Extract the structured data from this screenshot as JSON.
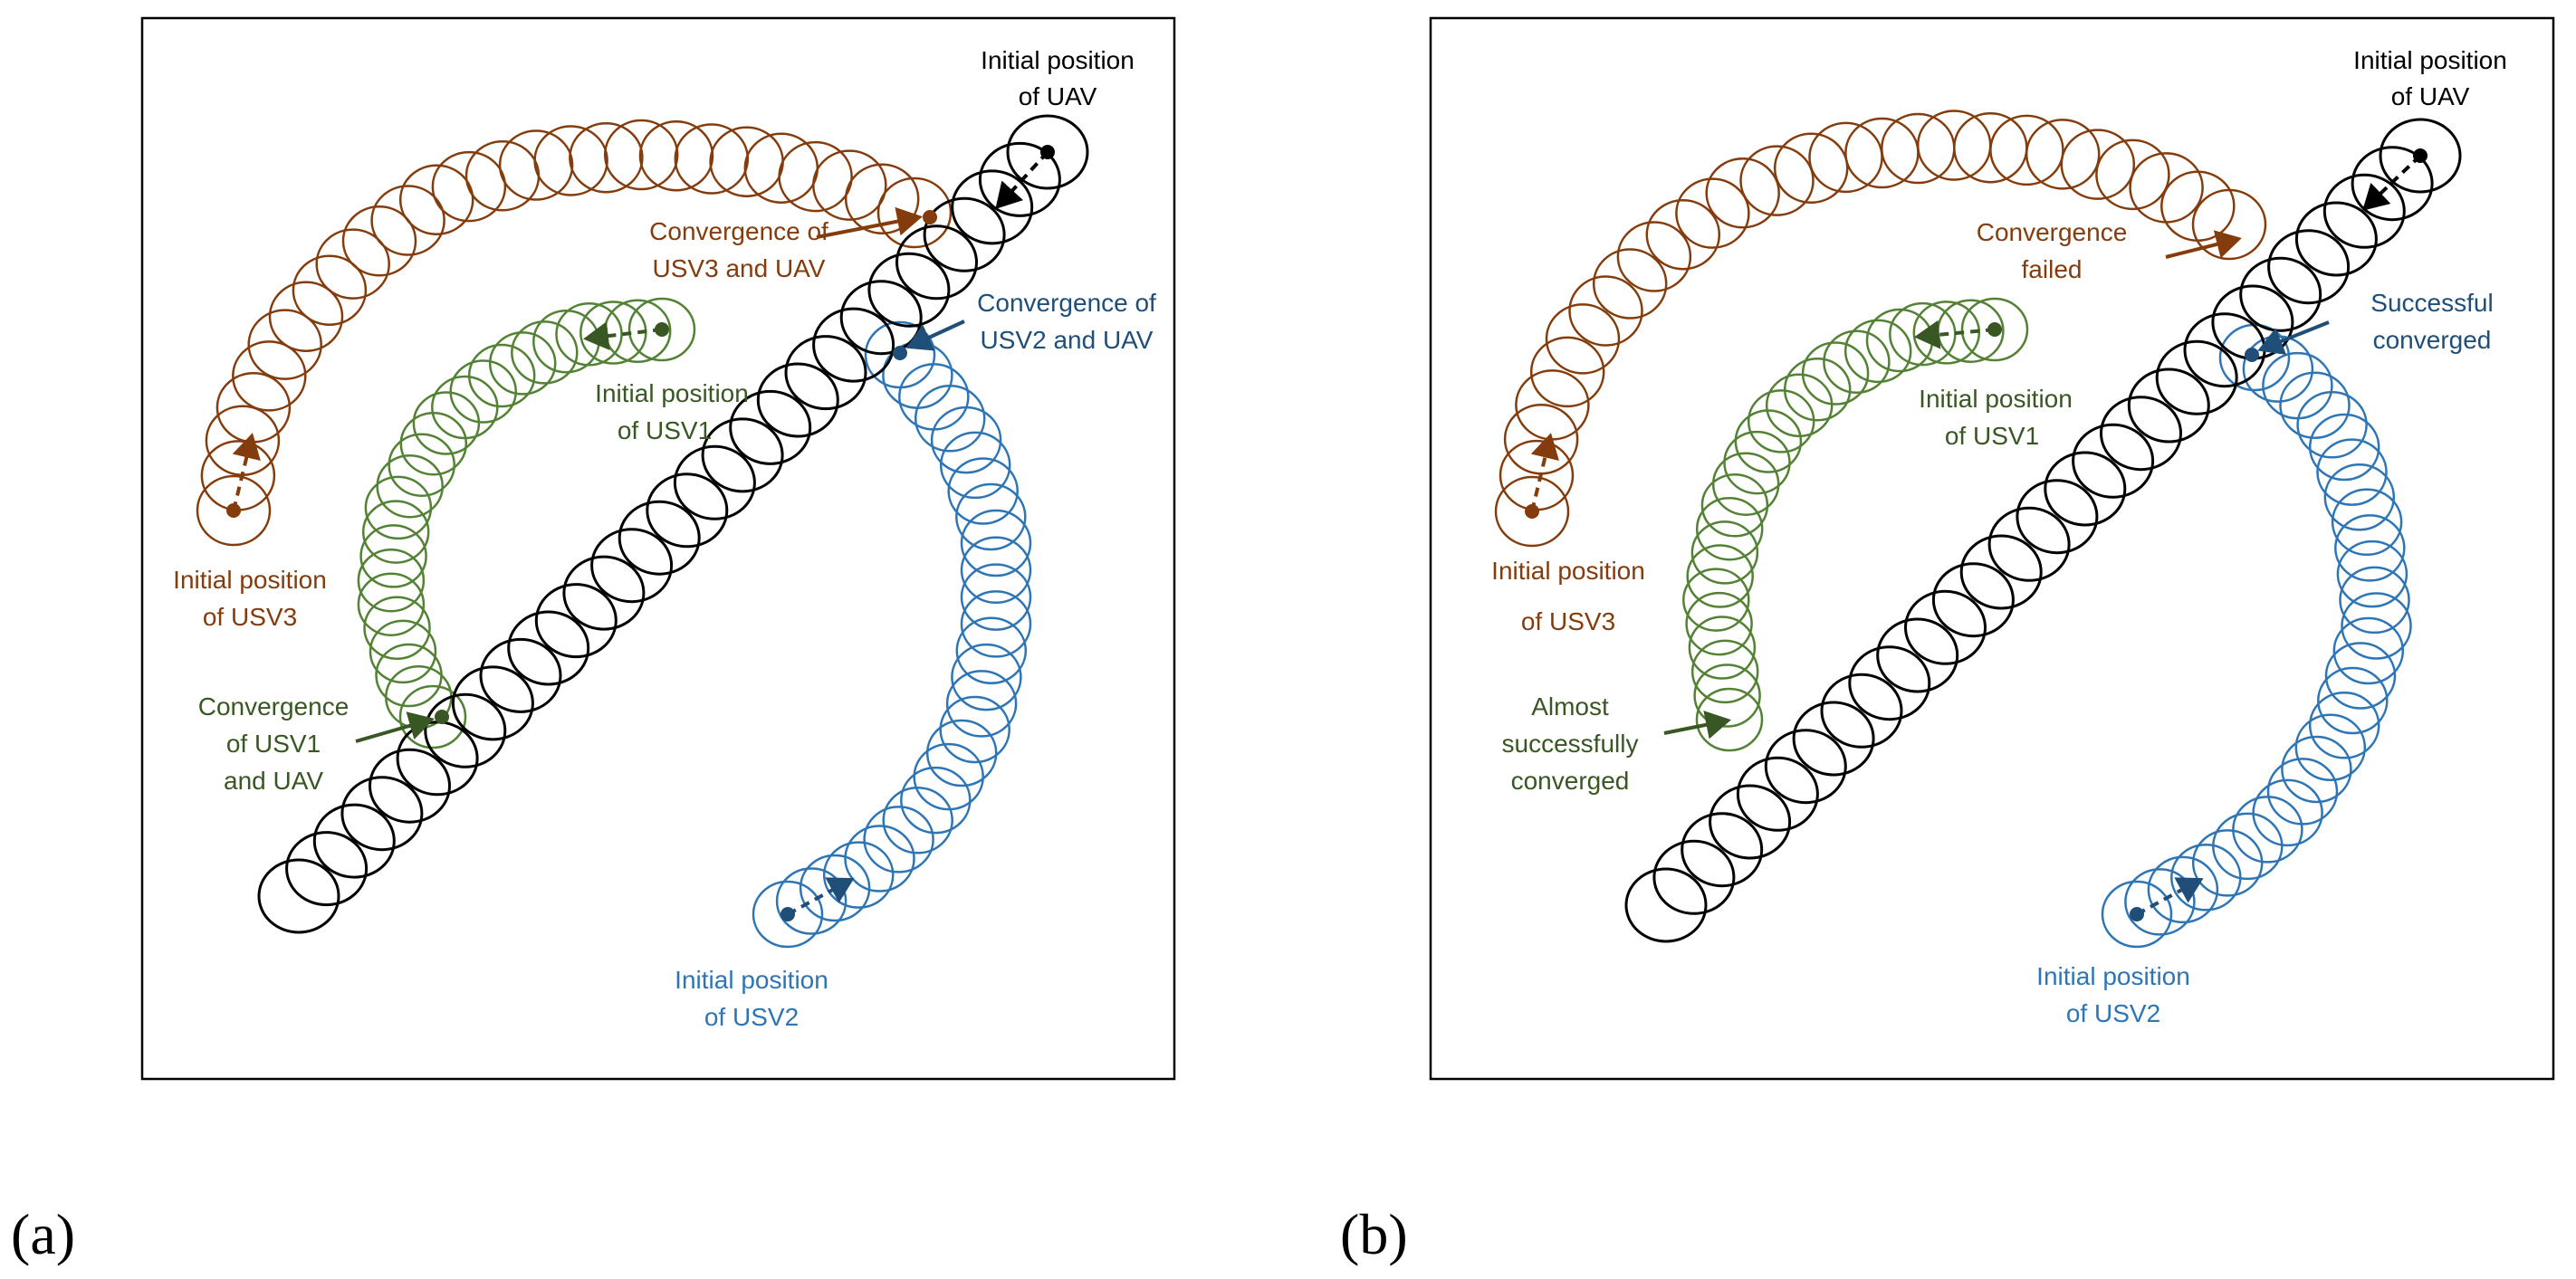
{
  "colors": {
    "uav": "#000000",
    "usv1": "#548235",
    "usv2": "#2E75B6",
    "usv3": "#843C0C",
    "usv1_dark": "#385723",
    "usv2_dark": "#1F4E79",
    "usv3_dark": "#843C0C"
  },
  "panels": [
    {
      "id": "a",
      "label": "(a)",
      "annotations": {
        "uav_initial_1": "Initial position",
        "uav_initial_2": "of  UAV",
        "usv3_conv_1": "Convergence of",
        "usv3_conv_2": "USV3 and UAV",
        "usv2_conv_1": "Convergence of",
        "usv2_conv_2": "USV2 and UAV",
        "usv1_initial_1": "Initial position",
        "usv1_initial_2": "of USV1",
        "usv3_initial_1": "Initial position",
        "usv3_initial_2": "of USV3",
        "usv1_conv_1": "Convergence",
        "usv1_conv_2": "of USV1",
        "usv1_conv_3": "and UAV",
        "usv2_initial_1": "Initial position",
        "usv2_initial_2": "of USV2"
      }
    },
    {
      "id": "b",
      "label": "(b)",
      "annotations": {
        "uav_initial_1": "Initial position",
        "uav_initial_2": "of  UAV",
        "usv3_conv_1": "Convergence",
        "usv3_conv_2": "failed",
        "usv2_conv_1": "Successful",
        "usv2_conv_2": "converged",
        "usv1_initial_1": "Initial position",
        "usv1_initial_2": "of  USV1",
        "usv3_initial_1": "Initial position",
        "usv3_initial_2": "of USV3",
        "usv1_conv_1": "Almost",
        "usv1_conv_2": "successfully",
        "usv1_conv_3": "converged",
        "usv2_initial_1": "Initial position",
        "usv2_initial_2": "of USV2"
      }
    }
  ]
}
